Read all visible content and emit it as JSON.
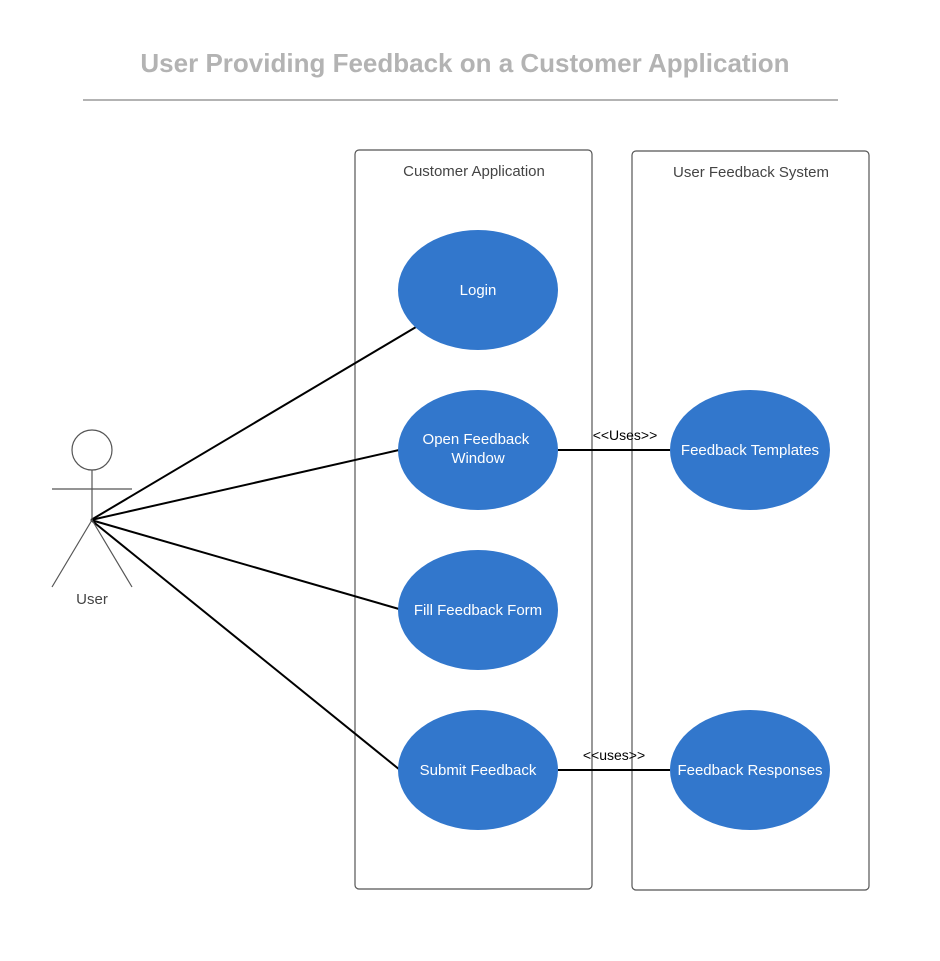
{
  "title": "User Providing Feedback on a Customer Application",
  "colors": {
    "title": "#b3b3b3",
    "divider": "#b3b3b3",
    "boundary_stroke": "#555555",
    "boundary_label": "#444444",
    "usecase_fill": "#3277cc",
    "usecase_text": "#ffffff",
    "line": "#000000",
    "actor_stroke": "#555555",
    "actor_label": "#444444"
  },
  "actor": {
    "label": "User"
  },
  "boundaries": {
    "customer_application": {
      "label": "Customer Application"
    },
    "user_feedback_system": {
      "label": "User Feedback System"
    }
  },
  "use_cases": {
    "login": {
      "lines": [
        "Login"
      ]
    },
    "open_feedback_window": {
      "lines": [
        "Open Feedback",
        "Window"
      ]
    },
    "fill_feedback_form": {
      "lines": [
        "Fill Feedback Form"
      ]
    },
    "submit_feedback": {
      "lines": [
        "Submit Feedback"
      ]
    },
    "feedback_templates": {
      "lines": [
        "Feedback Templates"
      ]
    },
    "feedback_responses": {
      "lines": [
        "Feedback Responses"
      ]
    }
  },
  "relationships": {
    "open_to_templates": "<<Uses>>",
    "submit_to_responses": "<<uses>>"
  }
}
